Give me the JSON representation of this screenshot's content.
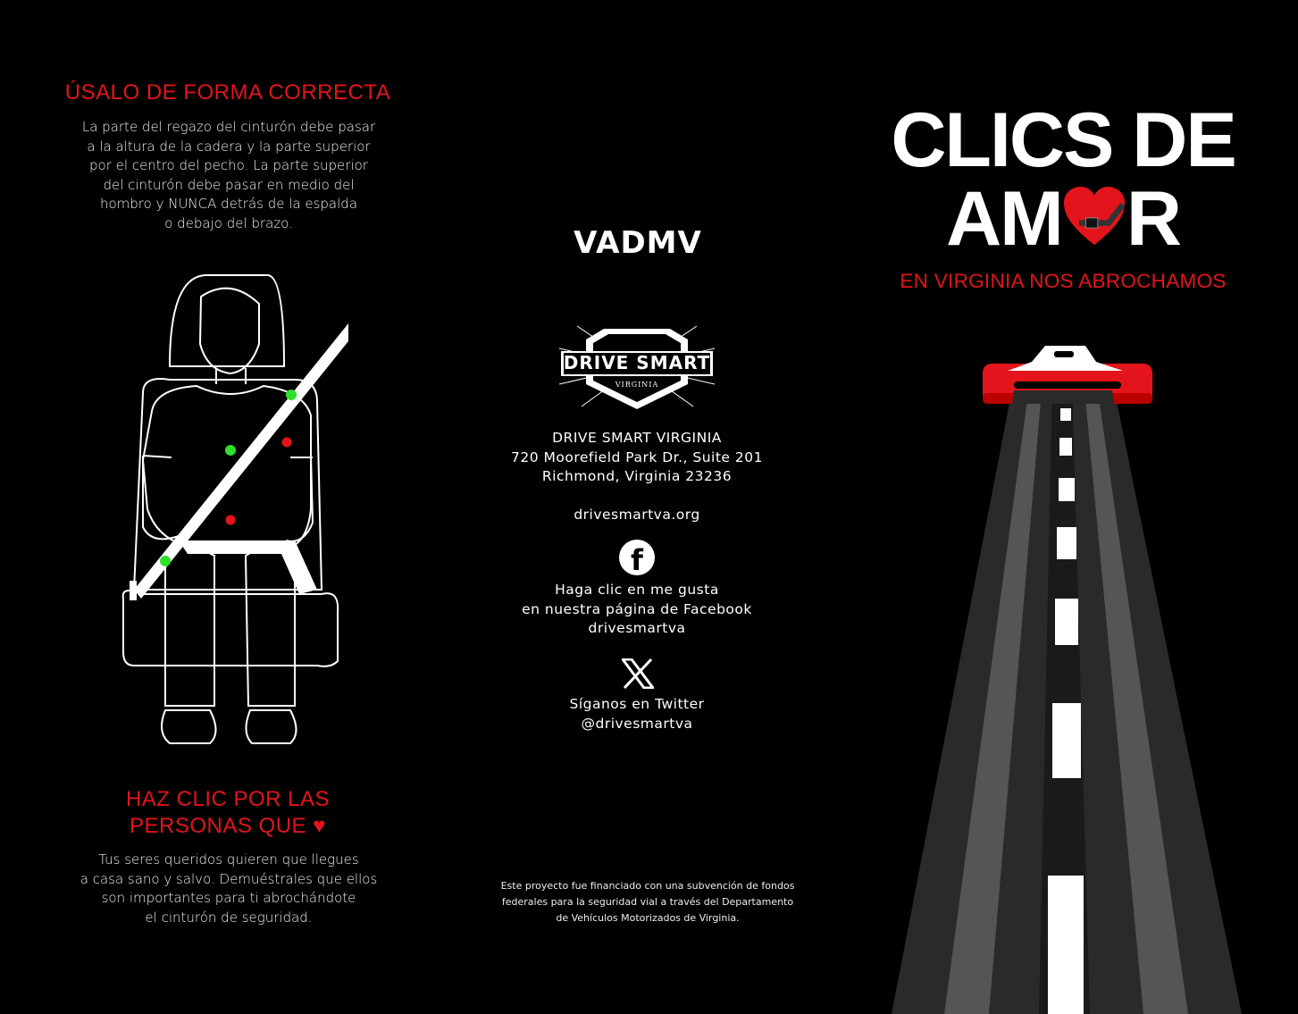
{
  "left_panel": {
    "heading": "ÚSALO DE FORMA CORRECTA",
    "body": "La parte del regazo del cinturón debe pasar\na la altura de la cadera y la parte superior\npor el centro del pecho. La parte superior\ndel cinturón debe pasar en medio del\nhombro y NUNCA detrás de la espalda\no debajo del brazo.",
    "heading2_line1": "HAZ CLIC POR LAS",
    "heading2_line2": "PERSONAS QUE",
    "heading2_heart": "♥",
    "body2": "Tus seres queridos quieren que llegues\na casa sano y salvo. Demuéstrales que ellos\nson importantes para ti abrochándote\nel cinturón de seguridad."
  },
  "center_panel": {
    "vadmv_logo": "VADMV",
    "drive_smart_logo": "DRIVE SMART",
    "drive_smart_logo_sub": "VIRGINIA",
    "org_name": "DRIVE SMART VIRGINIA",
    "address_line1": "720 Moorefield Park Dr., Suite 201",
    "address_line2": "Richmond, Virginia 23236",
    "website": "drivesmartva.org",
    "facebook_text": "Haga clic en me gusta\nen nuestra página de Facebook\ndrivesmartva",
    "twitter_text": "Síganos en Twitter\n@drivesmartva",
    "funding_note": "Este proyecto fue financiado con una subvención de fondos\nfederales para la seguridad vial a través del Departamento\nde Vehículos Motorizados de Virginia."
  },
  "right_panel": {
    "title_line1": "CLICS DE",
    "title_line2_a": "AM",
    "title_line2_b": "R",
    "tagline": "EN VIRGINIA NOS ABROCHAMOS"
  },
  "colors": {
    "accent": "#e3141b",
    "green": "#2fe02a"
  }
}
